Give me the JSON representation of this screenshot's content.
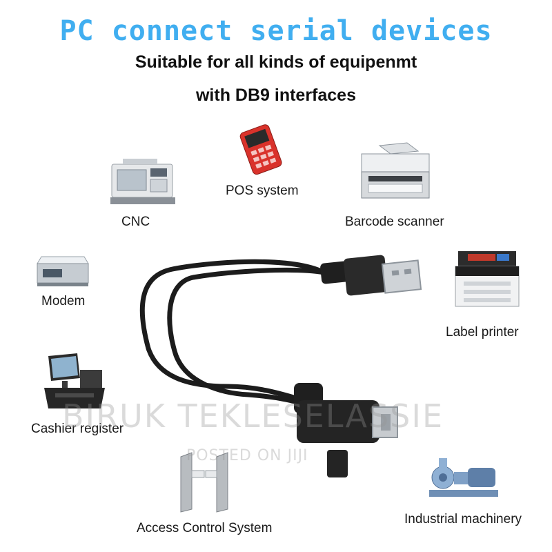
{
  "header": {
    "title": "PC connect serial devices",
    "subtitle_line1": "Suitable for all kinds of equipenmt",
    "subtitle_line2": "with DB9 interfaces"
  },
  "devices": {
    "cnc": "CNC",
    "pos": "POS system",
    "barcode": "Barcode scanner",
    "modem": "Modem",
    "label_printer": "Label printer",
    "cashier": "Cashier register",
    "access": "Access Control System",
    "industrial": "Industrial machinery"
  },
  "watermark": {
    "line1": "BIRUK TEKLESELASSIE",
    "line2": "POSTED ON JIJI"
  },
  "colors": {
    "title": "#40aef0",
    "cable": "#1c1c1c",
    "pos_red": "#d9322b"
  }
}
